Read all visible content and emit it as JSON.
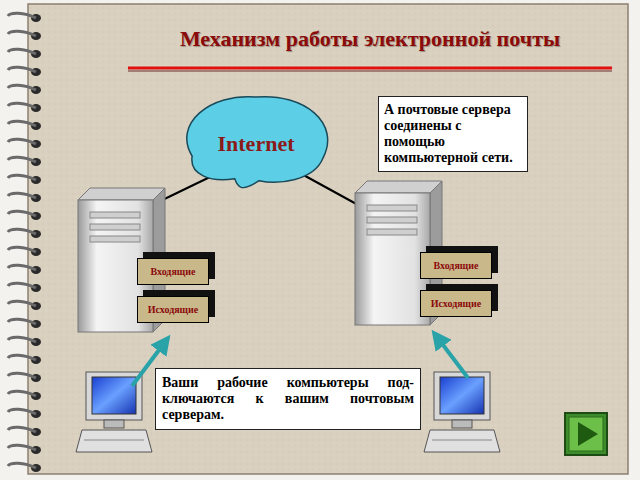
{
  "diagram": {
    "title": "Механизм работы электронной почты",
    "nodes": [
      {
        "text": [
          "Internet"
        ]
      },
      {
        "text": [
          "А почтовые сервера соединены с помощью компьютерной сети."
        ]
      },
      {
        "text": [
          "Входящие"
        ]
      },
      {
        "text": [
          "Исходящие"
        ]
      },
      {
        "text": [
          "Входящие"
        ]
      },
      {
        "text": [
          "Исходящие"
        ]
      },
      {
        "text": [
          "Ваши рабочие компьютеры под- ключаются к вашим почтовым серверам."
        ]
      }
    ]
  }
}
